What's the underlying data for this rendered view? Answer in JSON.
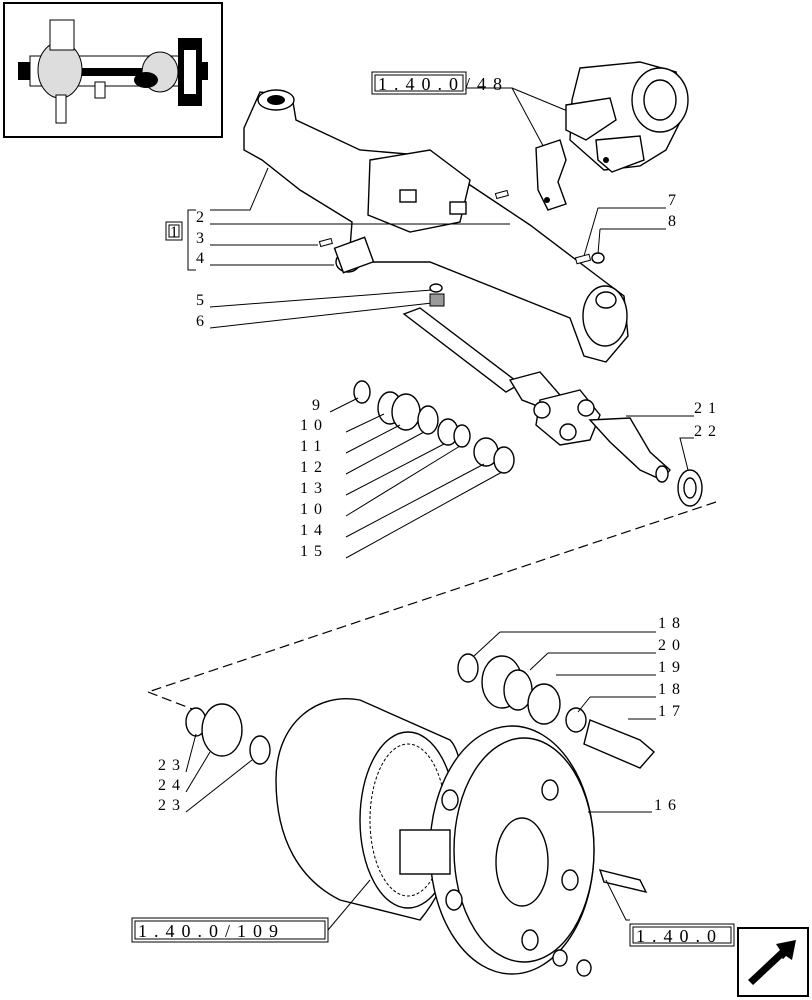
{
  "references": {
    "top_right": "1.40.0/48",
    "bottom_left": "1.40.0/109",
    "bottom_right": "1.40.0"
  },
  "group_box": "1",
  "callouts": {
    "c2": "2",
    "c3": "3",
    "c4": "4",
    "c5": "5",
    "c6": "6",
    "c7": "7",
    "c8": "8",
    "c9": "9",
    "c10a": "10",
    "c11": "11",
    "c12": "12",
    "c13": "13",
    "c10b": "10",
    "c14": "14",
    "c15": "15",
    "c21": "21",
    "c22": "22",
    "c18a": "18",
    "c20": "20",
    "c19": "19",
    "c18b": "18",
    "c17": "17",
    "c16": "16",
    "c23a": "23",
    "c24": "24",
    "c23b": "23"
  },
  "icons": {
    "thumbnail": "axle-assembly-thumbnail-icon",
    "nav": "next-page-arrow-icon"
  }
}
